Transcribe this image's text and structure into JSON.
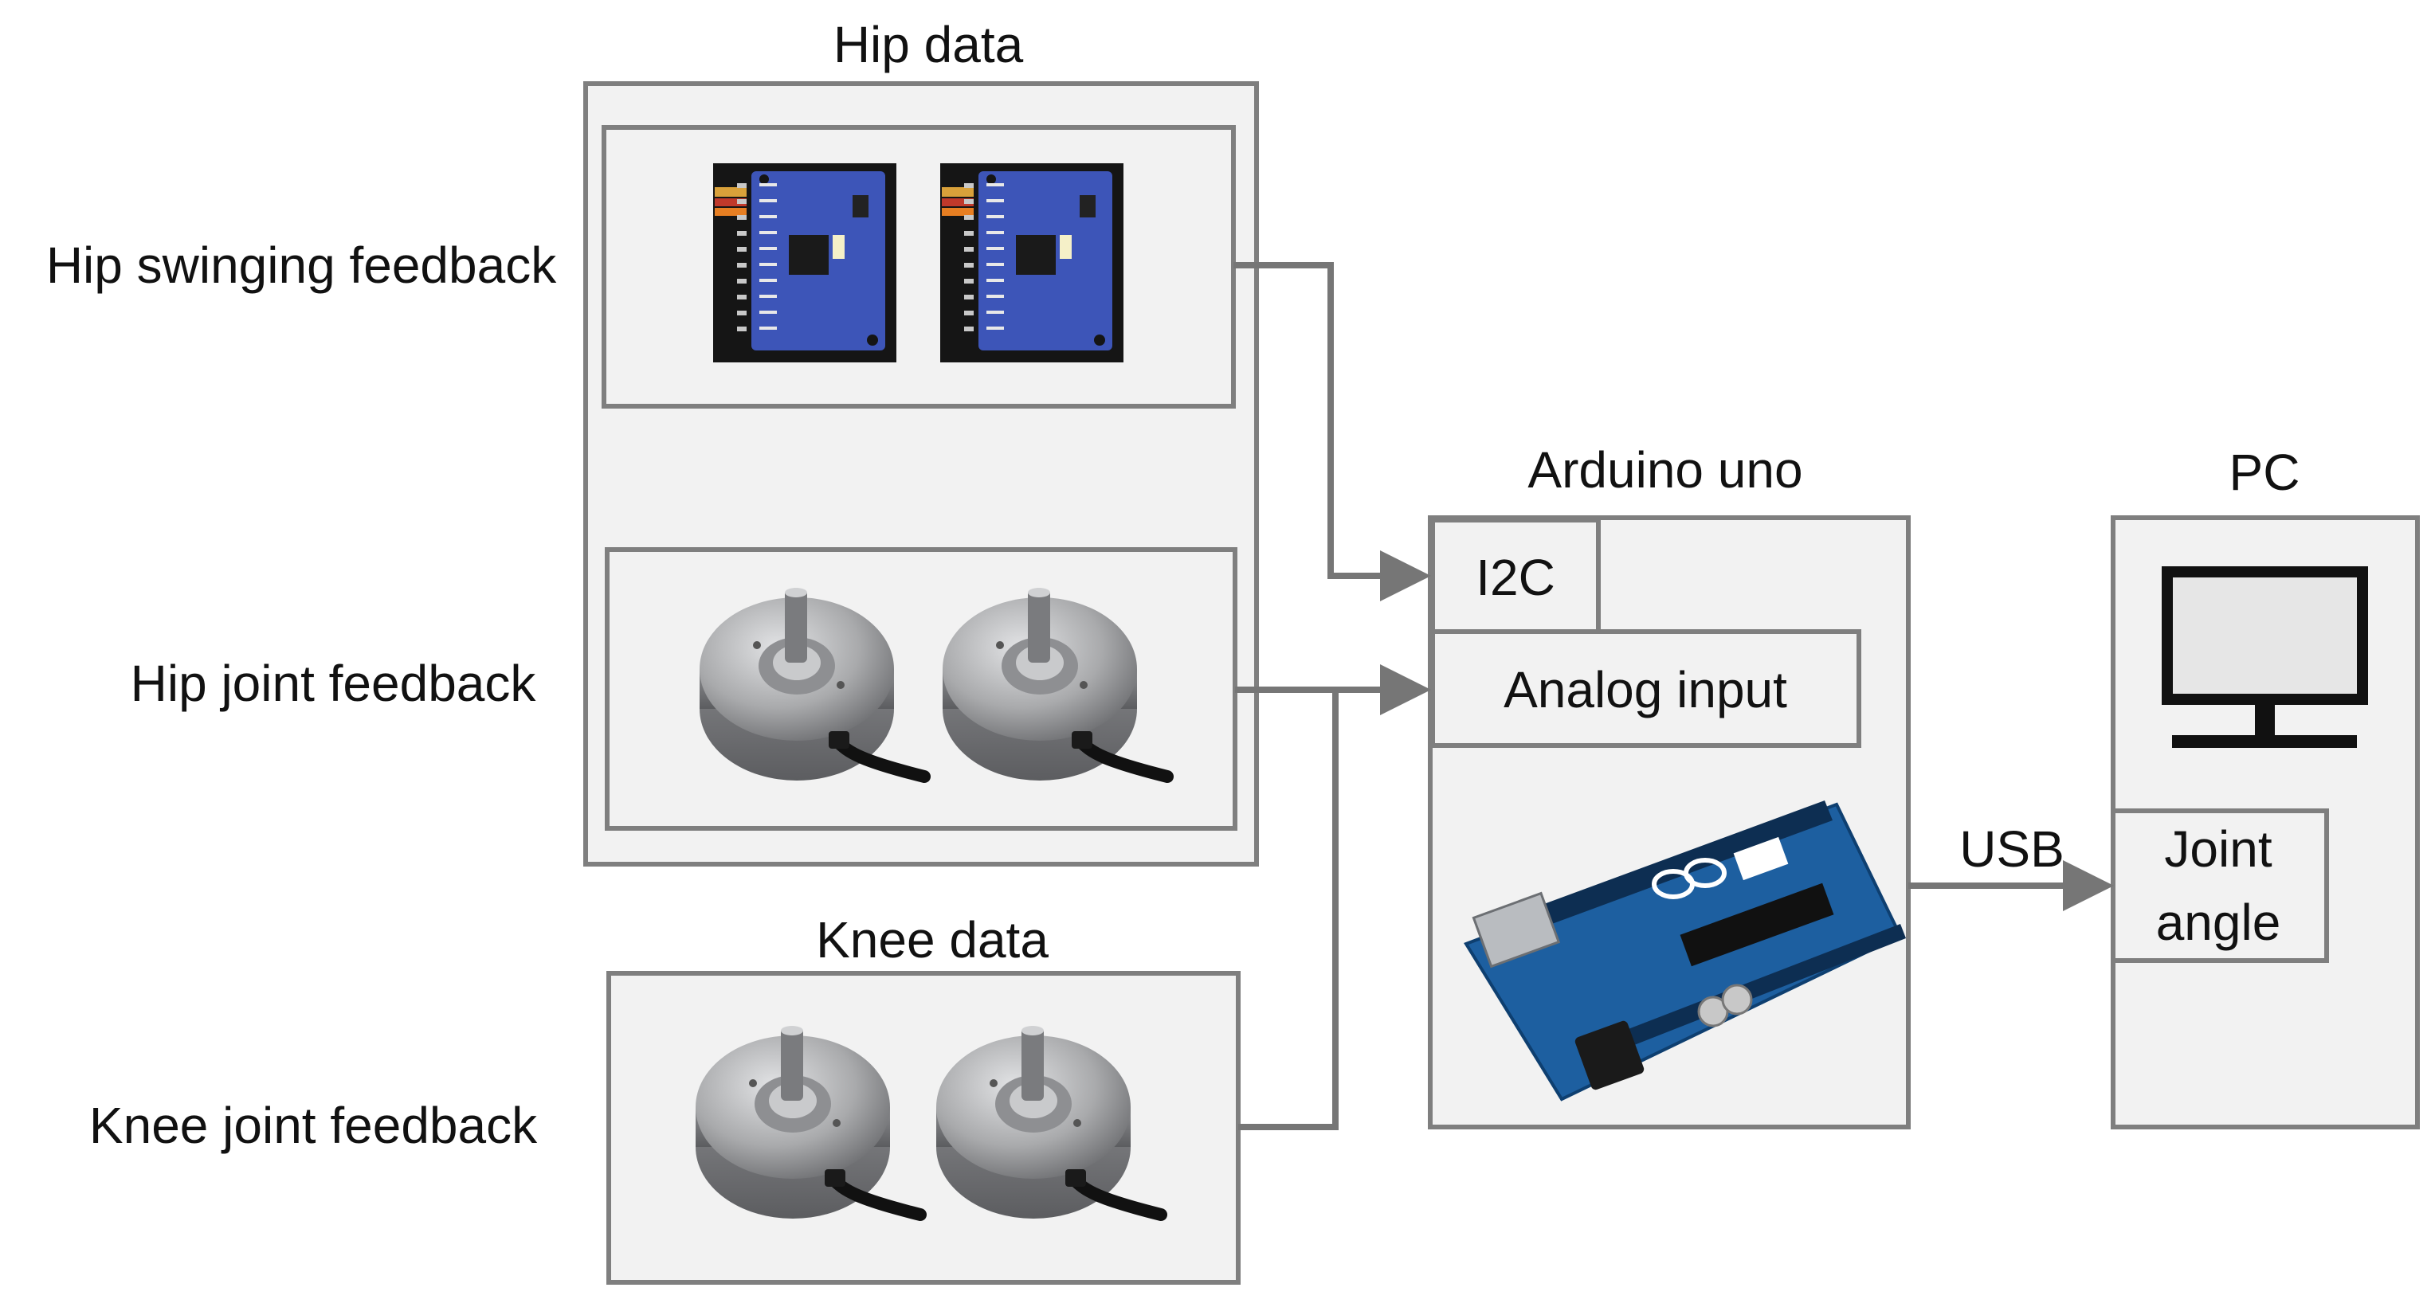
{
  "colors": {
    "box_fill": "#f2f2f2",
    "box_stroke": "#7f7f7f",
    "arrow": "#767676",
    "text": "#111111",
    "sensor_pcb": "#3d55b8",
    "encoder_metal": "#a9aaac",
    "arduino_board": "#1d5fa0",
    "monitor": "#111111"
  },
  "labels": {
    "hip_data": "Hip data",
    "knee_data": "Knee data",
    "arduino": "Arduino uno",
    "pc": "PC",
    "hip_swinging": "Hip swinging feedback",
    "hip_joint": "Hip joint feedback",
    "knee_joint": "Knee joint feedback",
    "i2c": "I2C",
    "analog_input": "Analog input",
    "usb": "USB",
    "joint_angle_line1": "Joint",
    "joint_angle_line2": "angle"
  },
  "icons": [
    "imu-sensor-icon",
    "rotary-encoder-icon",
    "arduino-board-icon",
    "monitor-icon",
    "arrow-icon"
  ]
}
